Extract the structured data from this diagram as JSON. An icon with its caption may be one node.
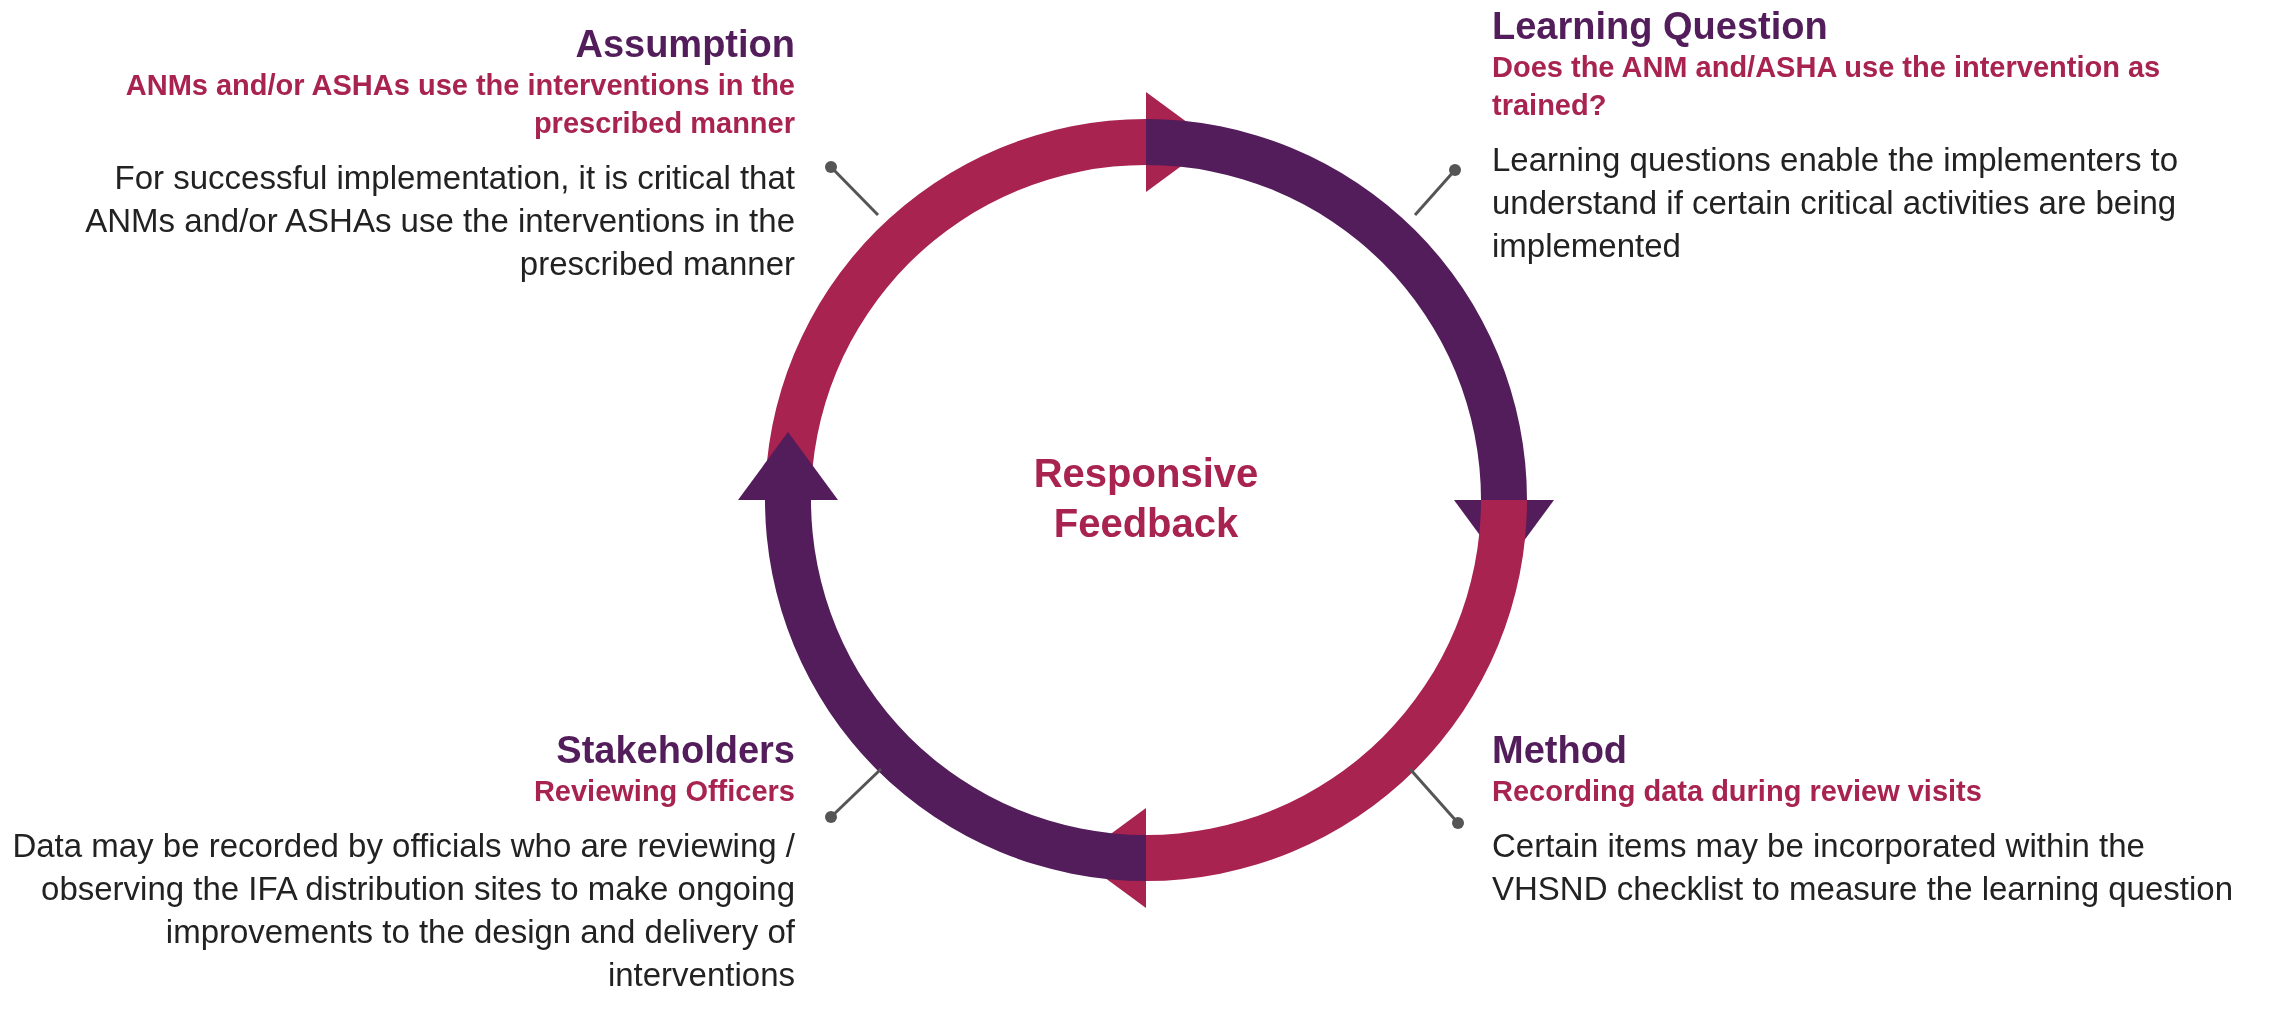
{
  "diagram": {
    "nodes": [
      {
        "text": [
          "Responsive Feedback"
        ]
      },
      {
        "text": [
          "Assumption",
          "ANMs and/or ASHAs use the interventions in the prescribed manner",
          "For successful implementation, it is critical that ANMs and/or ASHAs use the interventions in the prescribed manner"
        ]
      },
      {
        "text": [
          "Learning Question",
          "Does the ANM and/ASHA use the intervention as trained?",
          "Learning questions enable the implementers to understand if certain critical activities are being implemented"
        ]
      },
      {
        "text": [
          "Method",
          "Recording data during review visits",
          "Certain items may be incorporated within the VHSND checklist to measure the learning question"
        ]
      },
      {
        "text": [
          "Stakeholders",
          "Reviewing Officers",
          "Data may be recorded by officials who are reviewing / observing the IFA distribution sites to make ongoing improvements to the design and delivery of interventions"
        ]
      }
    ],
    "edges": [
      {
        "from": 1,
        "to": null,
        "arrow": "other"
      },
      {
        "from": 2,
        "to": null,
        "arrow": "other"
      },
      {
        "from": 3,
        "to": null,
        "arrow": "other"
      },
      {
        "from": 4,
        "to": null,
        "arrow": "other"
      }
    ]
  }
}
